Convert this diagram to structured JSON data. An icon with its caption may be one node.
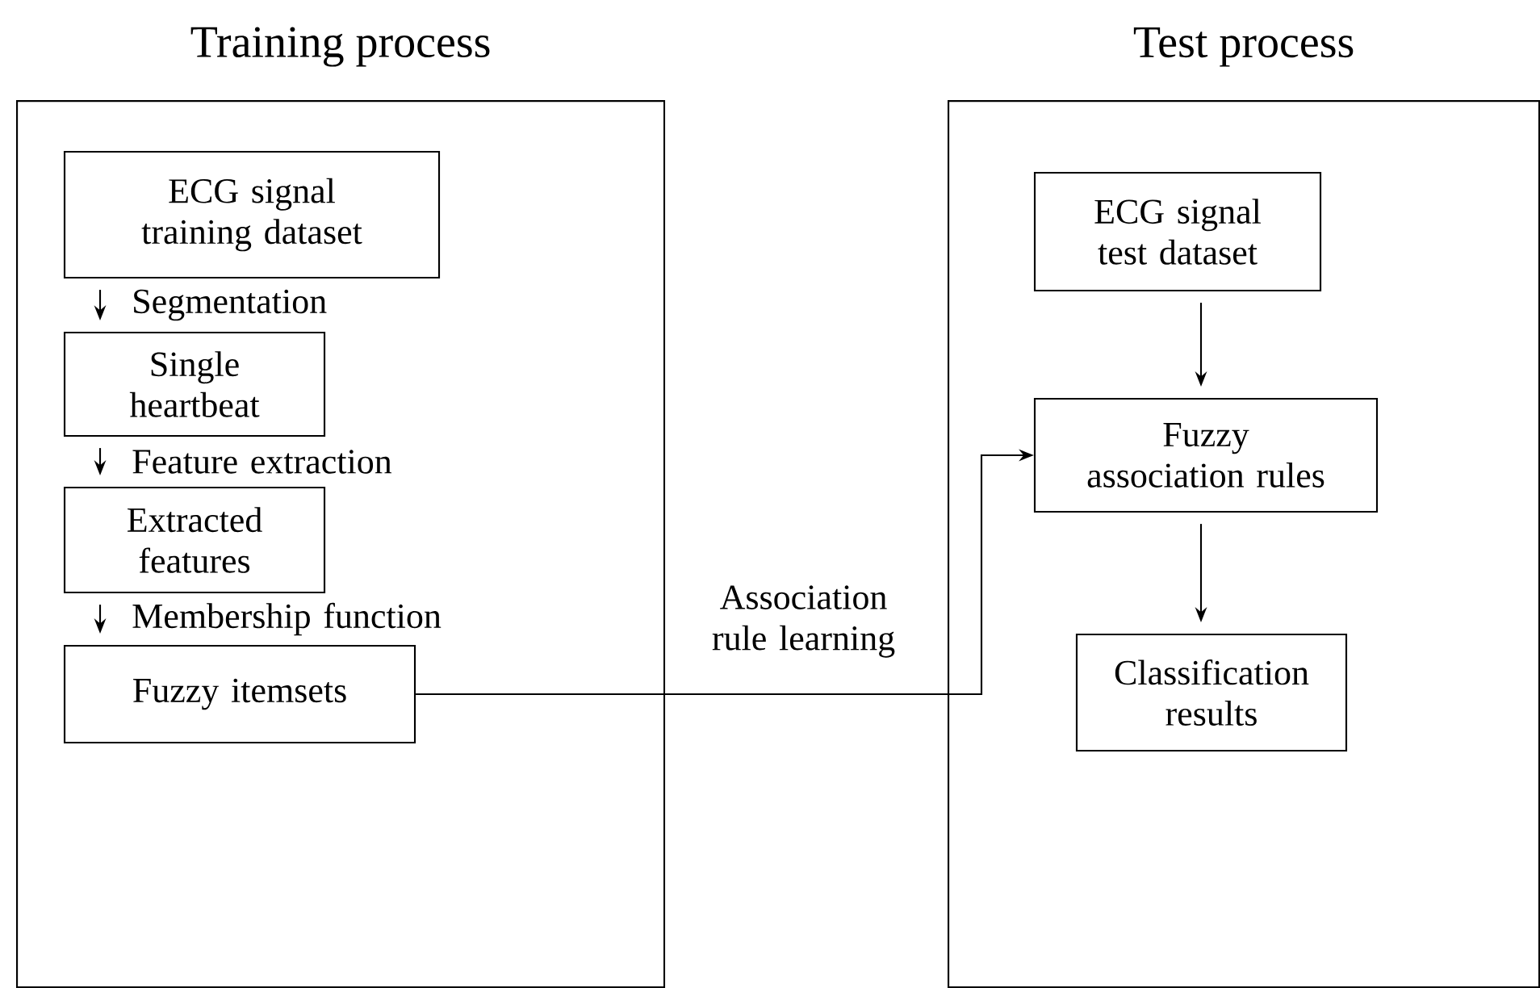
{
  "diagram": {
    "nodes": [
      {
        "text": [
          "Training process"
        ]
      },
      {
        "text": [
          "Test process"
        ]
      },
      {
        "text": [
          "ECG signal training dataset"
        ],
        "in": 0
      },
      {
        "text": [
          "Single heartbeat"
        ],
        "in": 0
      },
      {
        "text": [
          "Extracted features"
        ],
        "in": 0
      },
      {
        "text": [
          "Fuzzy itemsets"
        ],
        "in": 0
      },
      {
        "text": [
          "ECG signal test dataset"
        ],
        "in": 1
      },
      {
        "text": [
          "Fuzzy association rules"
        ],
        "in": 1
      },
      {
        "text": [
          "Classification results"
        ],
        "in": 1
      }
    ],
    "edges": [
      {
        "from": 2,
        "to": 3,
        "arrow": "to",
        "label": "Segmentation"
      },
      {
        "from": 3,
        "to": 4,
        "arrow": "to",
        "label": "Feature extraction"
      },
      {
        "from": 4,
        "to": 5,
        "arrow": "to",
        "label": "Membership function"
      },
      {
        "from": 5,
        "to": 7,
        "arrow": "to",
        "label": "Association rule learning"
      },
      {
        "from": 6,
        "to": 7,
        "arrow": "to"
      },
      {
        "from": 7,
        "to": 8,
        "arrow": "to"
      }
    ]
  }
}
